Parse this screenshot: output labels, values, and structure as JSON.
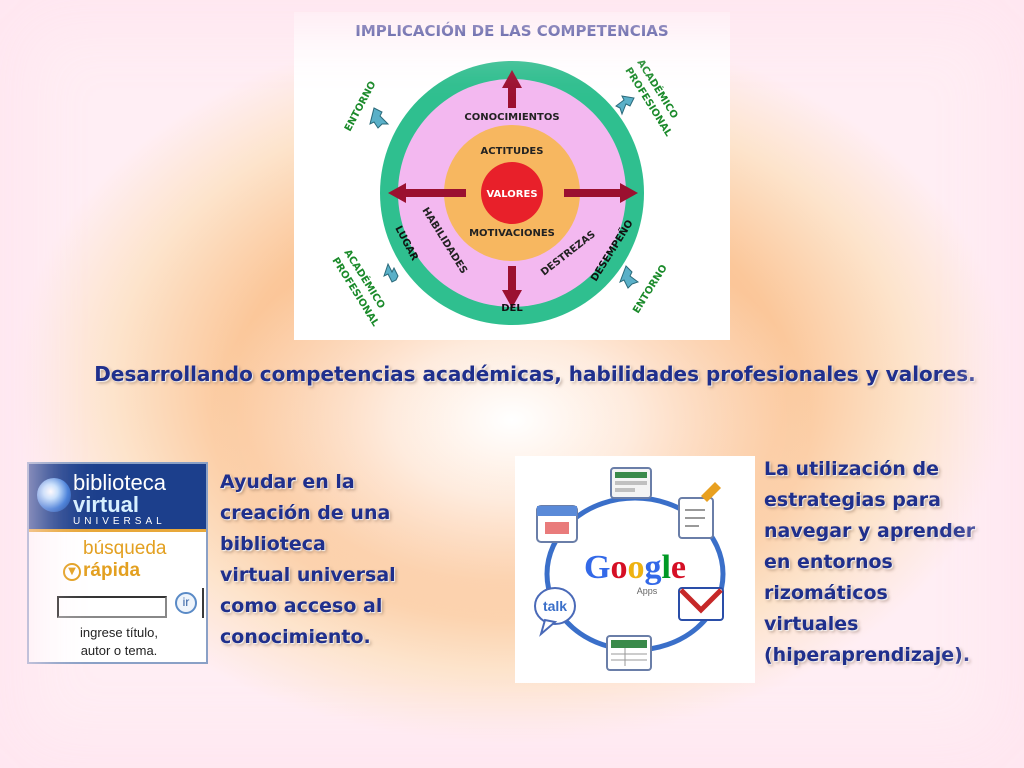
{
  "diagram": {
    "title": "IMPLICACIÓN DE LAS COMPETENCIAS",
    "center": "VALORES",
    "inner_top": "ACTITUDES",
    "inner_bottom": "MOTIVACIONES",
    "middle_top": "CONOCIMIENTOS",
    "middle_left": "HABILIDADES",
    "middle_right": "DESTREZAS",
    "outer_left": "LUGAR",
    "outer_bottom": "DEL",
    "outer_right": "DESEMPEÑO",
    "corner_tl": "ENTORNO",
    "corner_tr_1": "ACADÉMICO",
    "corner_tr_2": "PROFESIONAL",
    "corner_bl_1": "ACADÉMICO",
    "corner_bl_2": "PROFESIONAL",
    "corner_br": "ENTORNO"
  },
  "tagline": "Desarrollando competencias académicas, habilidades profesionales y valores.",
  "library": {
    "logo_line1": "biblioteca",
    "logo_line2": "virtual",
    "logo_line3": "UNIVERSAL",
    "search_line1": "búsqueda",
    "search_line2": "rápida",
    "go_label": "ir",
    "hint_line1": "ingrese título,",
    "hint_line2": "autor o tema."
  },
  "text_left": [
    "Ayudar en la",
    "creación de una",
    "biblioteca",
    "virtual universal",
    "como acceso al",
    "conocimiento."
  ],
  "text_right": [
    "La utilización de",
    "estrategias para",
    "navegar y aprender",
    "en entornos",
    "rizomáticos",
    "virtuales",
    "(hiperaprendizaje)."
  ],
  "google": {
    "logo": "Google",
    "sub": "Apps",
    "talk": "talk"
  },
  "colors": {
    "title_blue": "#1f2f8c",
    "ring_green": "#2fbf8f",
    "ring_pink": "#f3b8f0",
    "ring_orange": "#f7b760",
    "center_red": "#e8202a",
    "arrow_maroon": "#9b1030"
  }
}
